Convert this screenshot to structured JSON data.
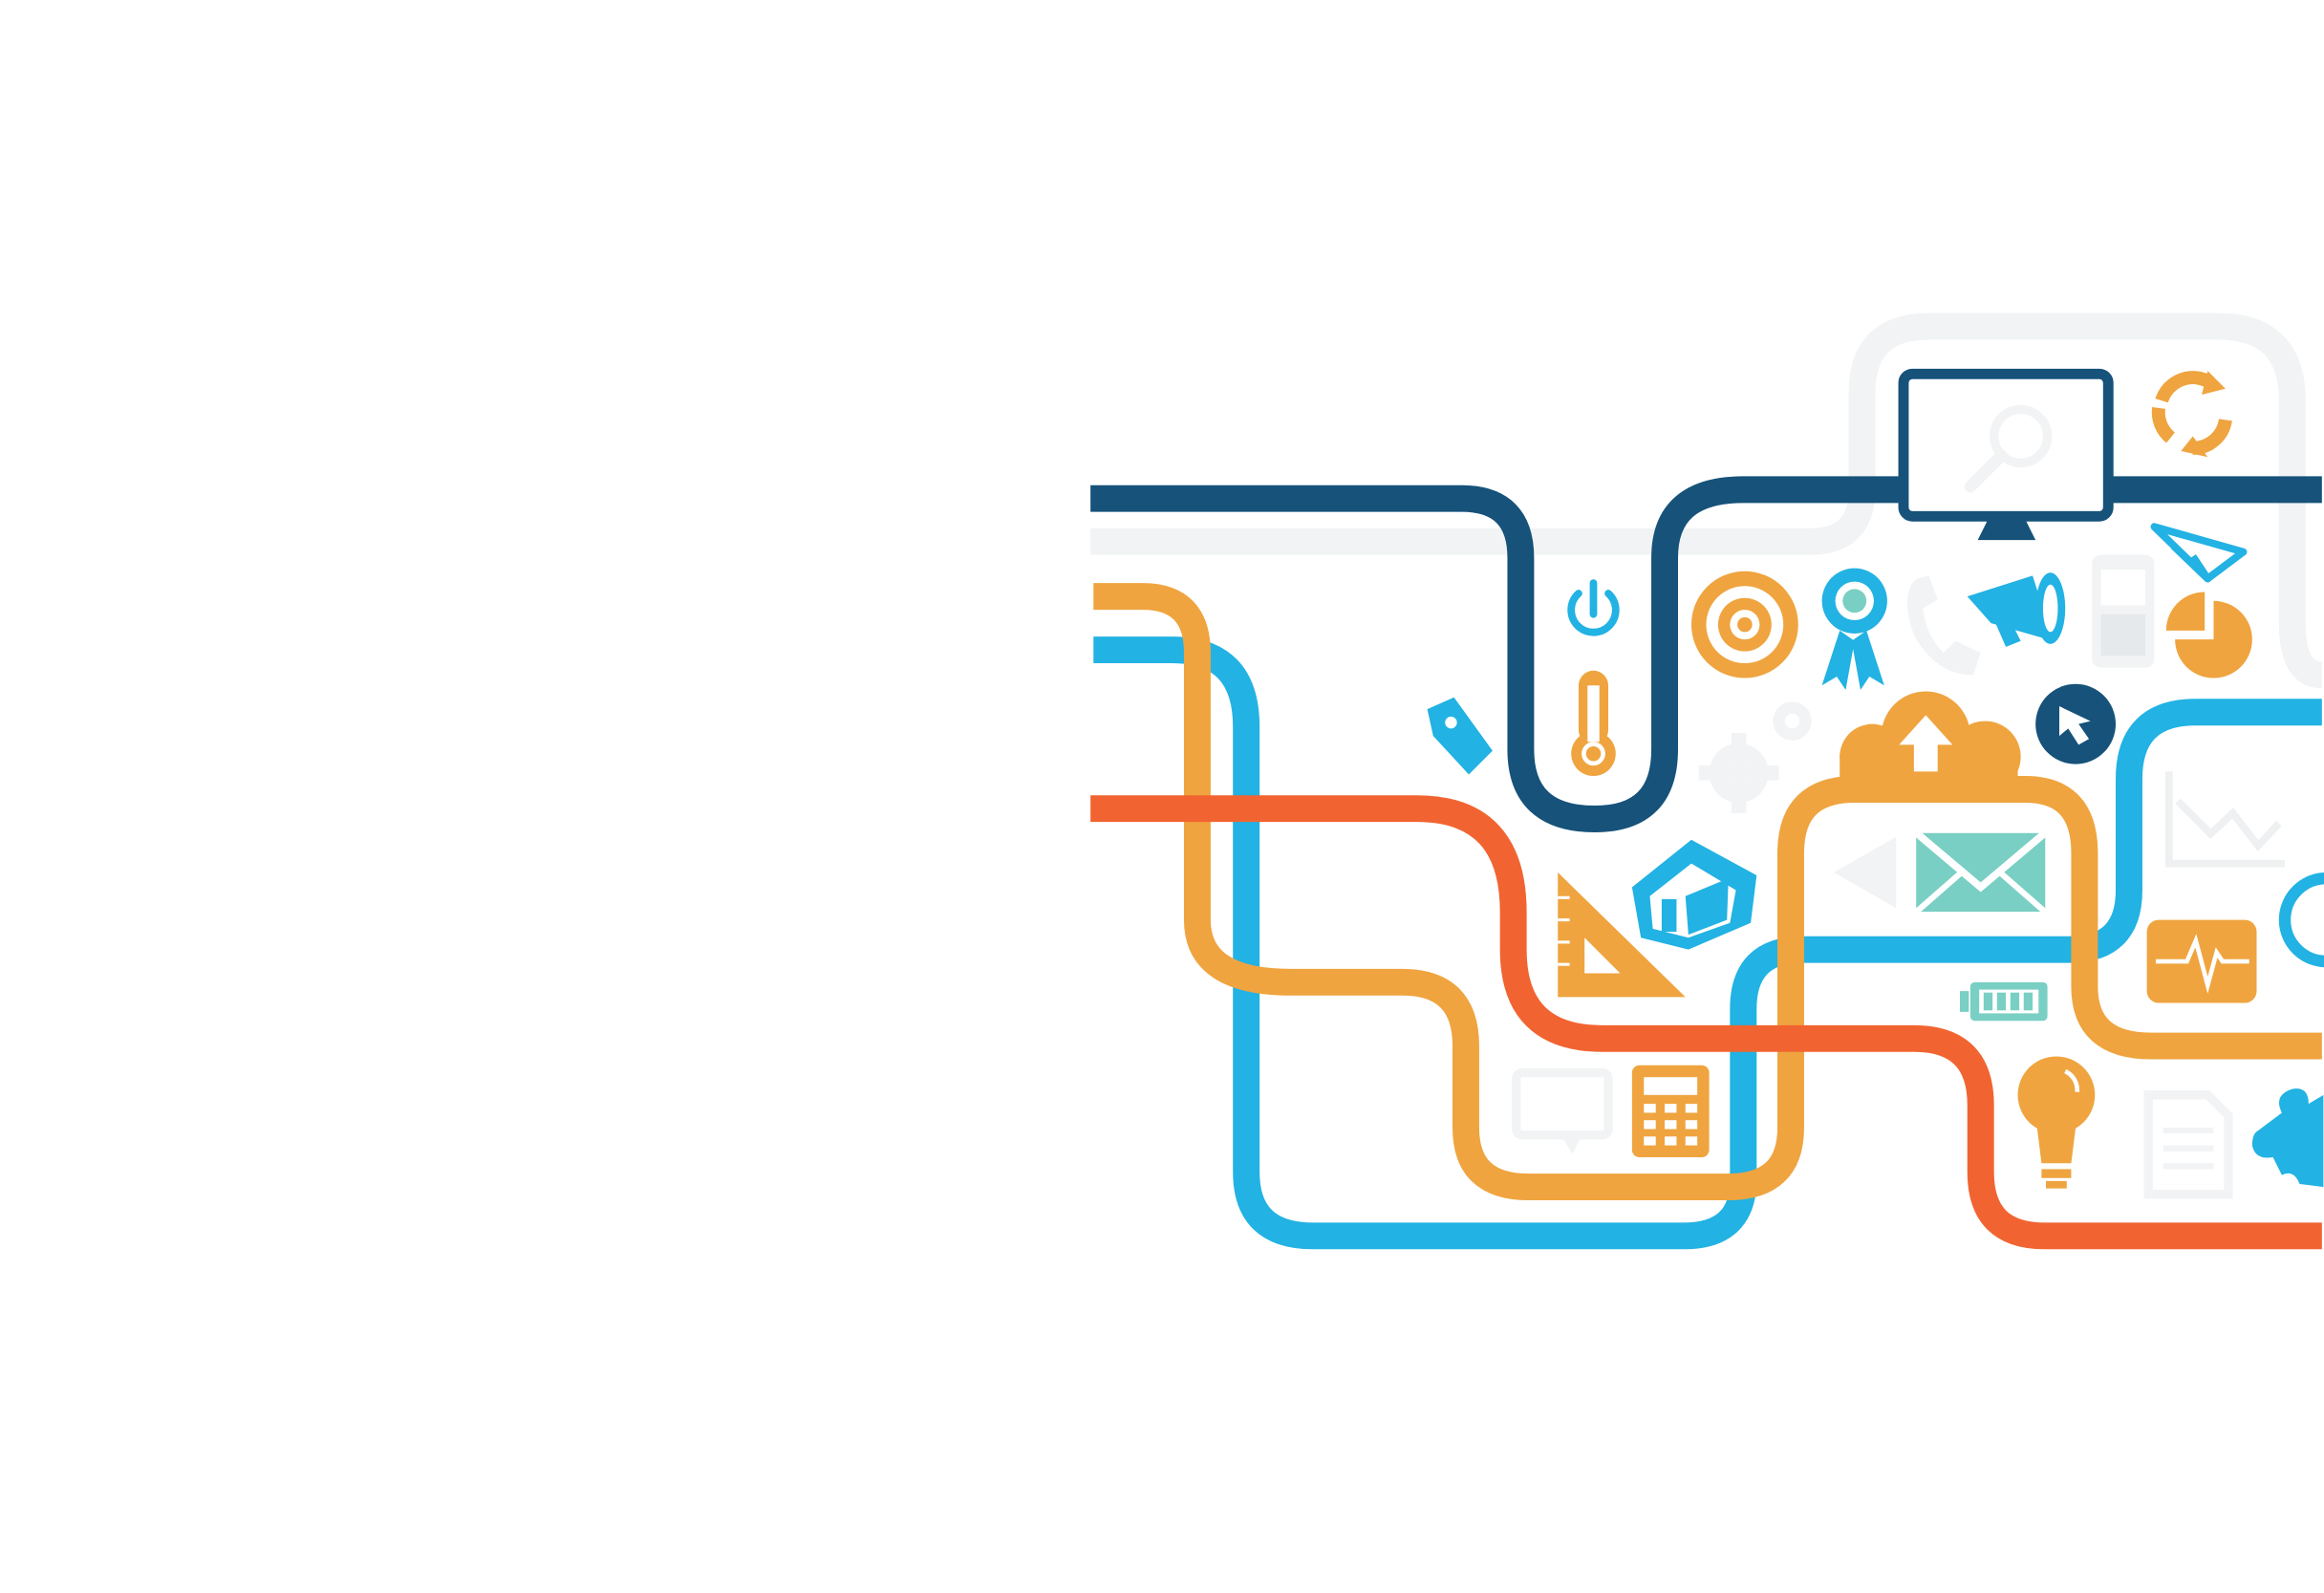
{
  "illustration": {
    "background": "#ffffff",
    "colors": {
      "navy": "#16527a",
      "sky": "#22b2e3",
      "orange": "#efa43f",
      "red": "#f16431",
      "light_gray": "#f1f3f4",
      "mint": "#79cfc3"
    },
    "pipes": [
      "navy-pipe",
      "light-gray-pipe",
      "orange-pipe",
      "sky-blue-pipe",
      "red-pipe"
    ],
    "icons": [
      "monitor-search-icon",
      "recycle-icon",
      "paper-plane-icon",
      "power-icon",
      "target-icon",
      "award-ribbon-icon",
      "phone-icon",
      "megaphone-icon",
      "mobile-phone-icon",
      "pie-chart-icon",
      "thermometer-icon",
      "price-tag-icon",
      "gear-icon",
      "cloud-upload-icon",
      "cursor-arrow-icon",
      "envelope-icon",
      "line-chart-icon",
      "house-icon",
      "set-square-icon",
      "battery-icon",
      "heartbeat-monitor-icon",
      "clock-icon",
      "speech-bubble-icon",
      "calculator-icon",
      "light-bulb-icon",
      "document-icon",
      "puzzle-piece-icon"
    ]
  }
}
